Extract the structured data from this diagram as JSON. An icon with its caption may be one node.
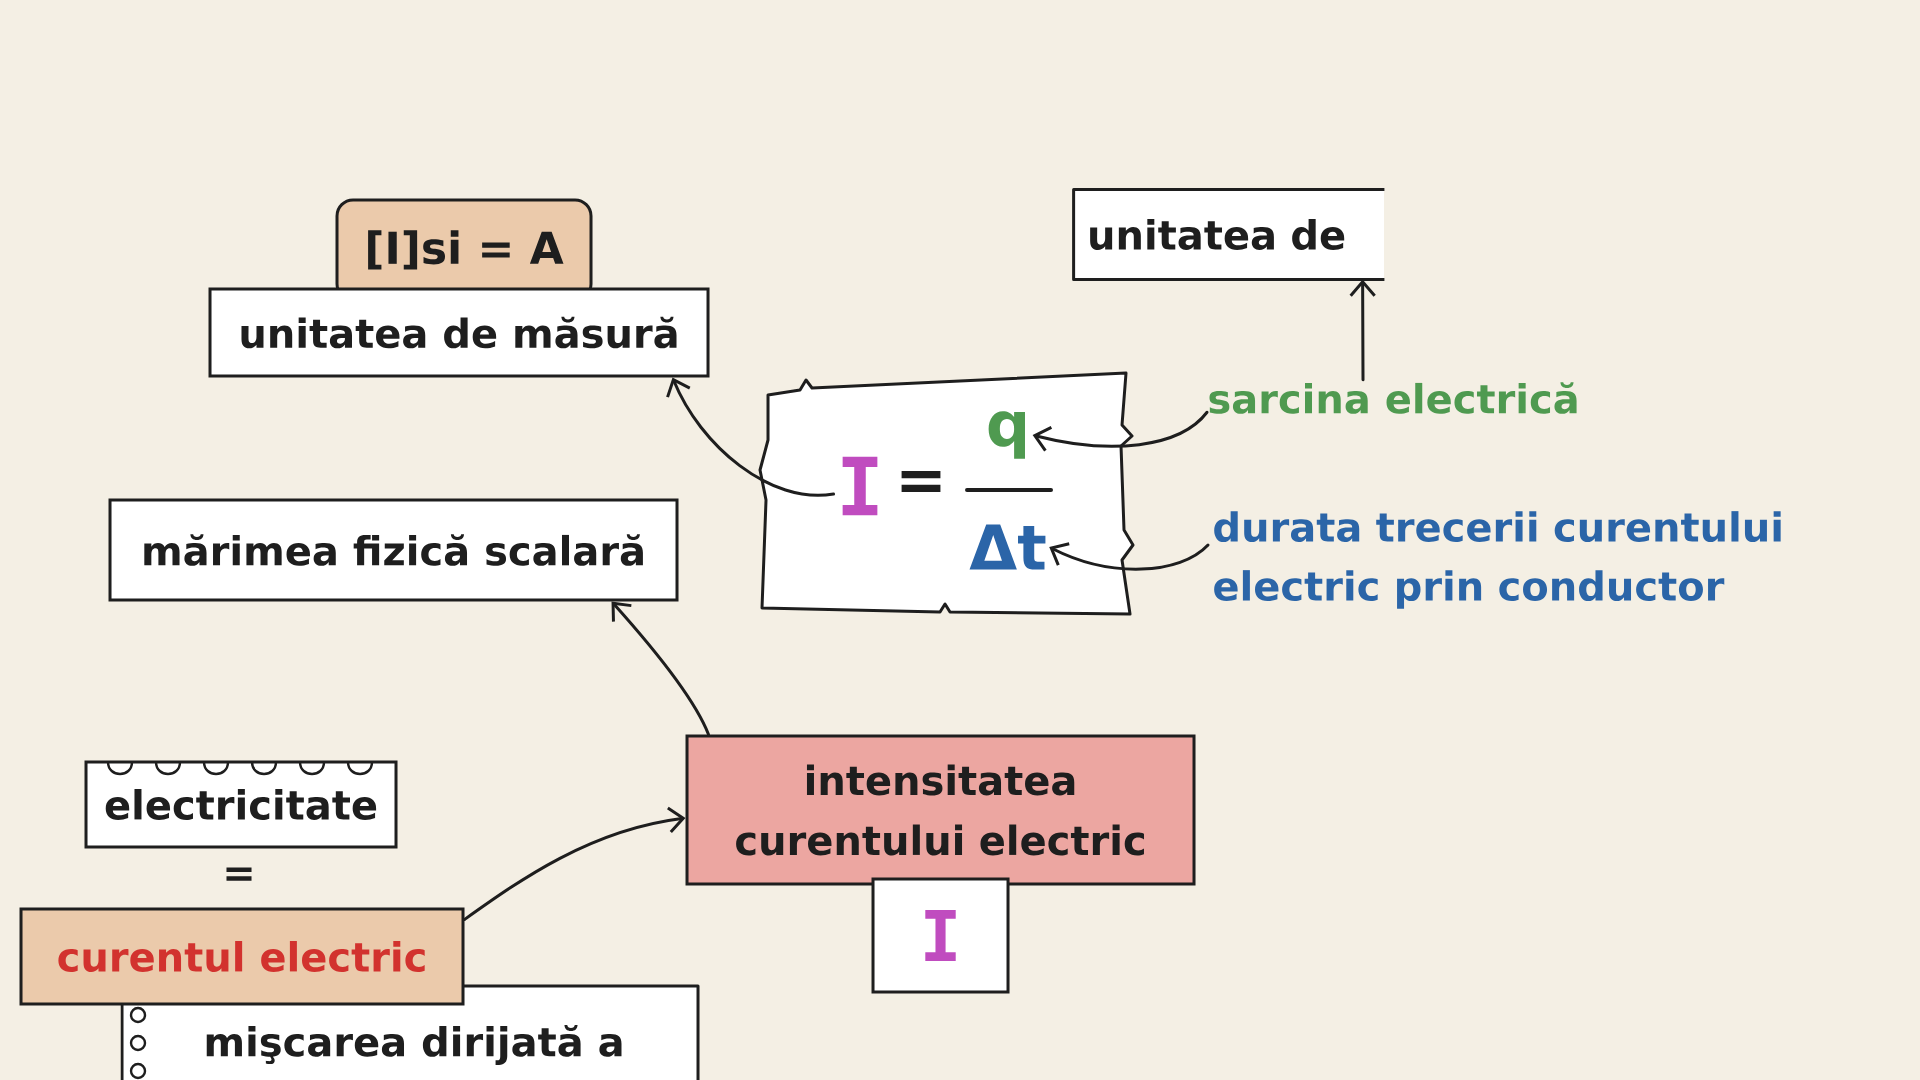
{
  "diagram": {
    "nodes": [
      {
        "text": [
          "[I]si = A"
        ]
      },
      {
        "text": [
          "unitatea de măsură"
        ]
      },
      {
        "text": [
          "unitatea de"
        ]
      },
      {
        "text": [
          "="
        ]
      },
      {
        "text": [
          "I"
        ],
        "in": 3
      },
      {
        "text": [
          "q"
        ],
        "in": 3
      },
      {
        "text": [
          "Δt"
        ],
        "in": 3
      },
      {
        "text": [
          "sarcina electrică"
        ]
      },
      {
        "text": [
          "mărimea fizică scalară"
        ]
      },
      {
        "text": [
          "durata trecerii curentului electric prin conductor"
        ]
      },
      {
        "text": [
          "intensitatea curentului electric"
        ]
      },
      {
        "text": [
          "I"
        ]
      },
      {
        "text": [
          "electricitate"
        ]
      },
      {
        "text": [
          "curentul electric"
        ]
      },
      {
        "text": [
          "mişcarea dirijată a"
        ]
      }
    ],
    "edges": [
      {
        "from": 4,
        "to": 1,
        "arrow": "to"
      },
      {
        "from": 7,
        "to": 2,
        "arrow": "to"
      },
      {
        "from": 7,
        "to": 5,
        "arrow": "to"
      },
      {
        "from": 9,
        "to": 6,
        "arrow": "to"
      },
      {
        "from": 10,
        "to": 8,
        "arrow": "to"
      },
      {
        "from": 13,
        "to": 10,
        "arrow": "to"
      }
    ],
    "labels": [
      "="
    ]
  }
}
